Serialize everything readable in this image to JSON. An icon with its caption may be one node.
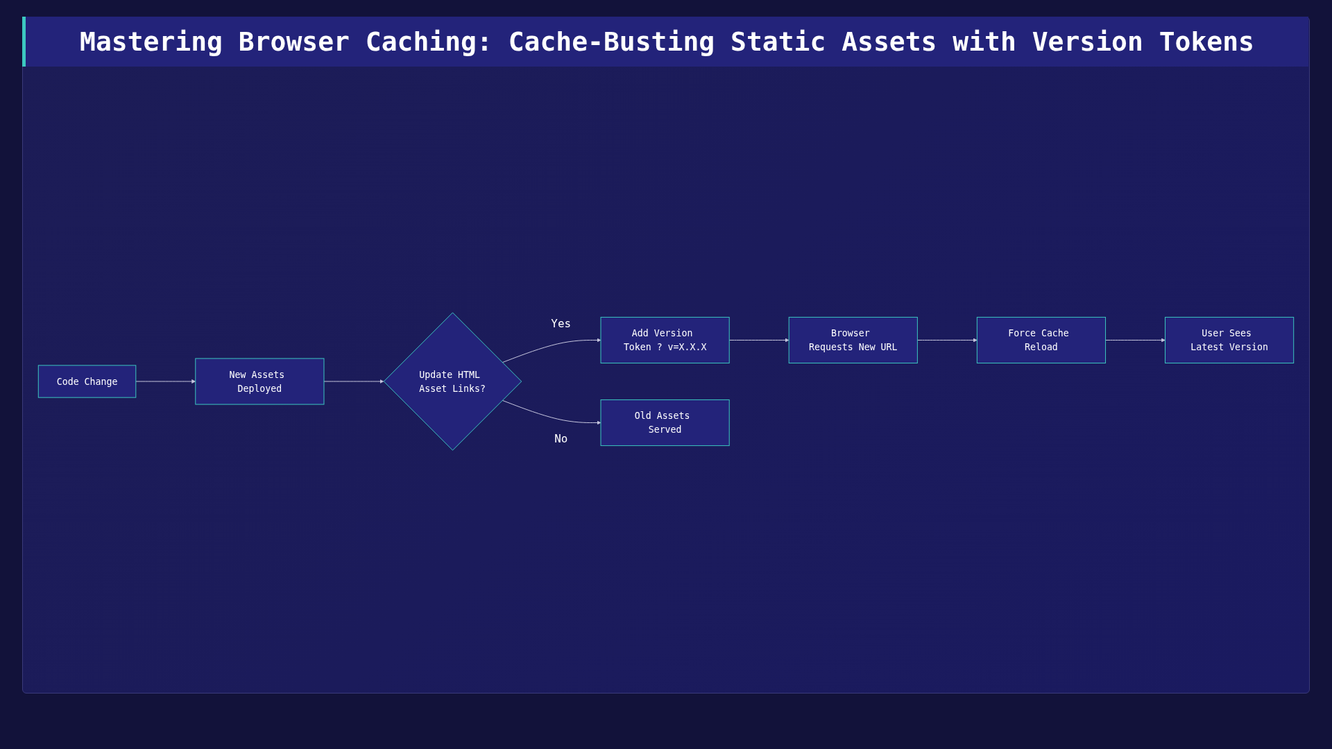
{
  "diagram": {
    "title": "Mastering Browser Caching: Cache-Busting Static Assets with Version Tokens",
    "nodes": [
      {
        "text": [
          "Code Change"
        ]
      },
      {
        "text": [
          "New Assets Deployed"
        ]
      },
      {
        "text": [
          "Update HTML Asset Links?"
        ]
      },
      {
        "text": [
          "Add Version Token ? v=X.X.X"
        ]
      },
      {
        "text": [
          "Browser Requests New URL"
        ]
      },
      {
        "text": [
          "Force Cache Reload"
        ]
      },
      {
        "text": [
          "User Sees Latest Version"
        ]
      },
      {
        "text": [
          "Old Assets Served"
        ]
      }
    ],
    "edges": [
      {
        "from": 0,
        "to": 1,
        "arrow": "to"
      },
      {
        "from": 1,
        "to": 2,
        "arrow": "to"
      },
      {
        "from": 2,
        "to": 3,
        "label": "Yes",
        "arrow": "to"
      },
      {
        "from": 3,
        "to": 4,
        "arrow": "to"
      },
      {
        "from": 4,
        "to": 5,
        "arrow": "to"
      },
      {
        "from": 5,
        "to": 6,
        "arrow": "to"
      },
      {
        "from": 2,
        "to": 7,
        "label": "No",
        "arrow": "to"
      }
    ]
  }
}
